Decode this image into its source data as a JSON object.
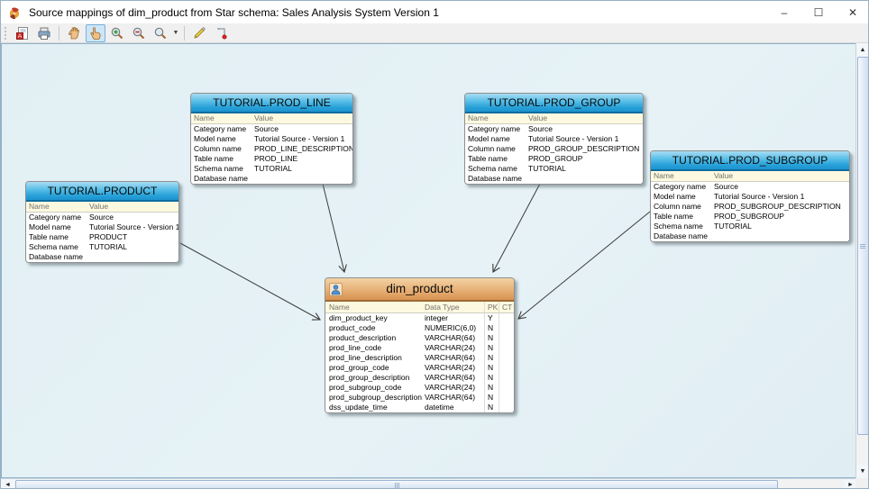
{
  "window": {
    "title": "Source mappings of dim_product from Star schema: Sales Analysis System Version 1",
    "controls": {
      "minimize": "–",
      "maximize": "☐",
      "close": "✕"
    }
  },
  "toolbar": {
    "buttons": [
      {
        "name": "export-report",
        "icon": "report-icon",
        "selected": false
      },
      {
        "name": "print",
        "icon": "printer-icon",
        "selected": false
      },
      {
        "name": "pan",
        "icon": "hand-icon",
        "selected": false
      },
      {
        "name": "select",
        "icon": "pointing-hand-icon",
        "selected": true
      },
      {
        "name": "zoom-in",
        "icon": "zoom-in-icon",
        "selected": false
      },
      {
        "name": "zoom-out",
        "icon": "zoom-out-icon",
        "selected": false
      },
      {
        "name": "zoom-level",
        "icon": "magnifier-icon",
        "has_dropdown": true,
        "selected": false
      },
      {
        "name": "edit",
        "icon": "pencil-icon",
        "selected": false
      },
      {
        "name": "mapping",
        "icon": "mapping-icon",
        "selected": false
      }
    ],
    "dropdown_caret": "▼"
  },
  "source_tables": [
    {
      "title": "TUTORIAL.PRODUCT",
      "header": {
        "name": "Name",
        "value": "Value"
      },
      "rows": [
        {
          "name": "Category name",
          "value": "Source"
        },
        {
          "name": "Model name",
          "value": "Tutorial Source - Version 1"
        },
        {
          "name": "Table name",
          "value": "PRODUCT"
        },
        {
          "name": "Schema name",
          "value": "TUTORIAL"
        },
        {
          "name": "Database name",
          "value": ""
        }
      ]
    },
    {
      "title": "TUTORIAL.PROD_LINE",
      "header": {
        "name": "Name",
        "value": "Value"
      },
      "rows": [
        {
          "name": "Category name",
          "value": "Source"
        },
        {
          "name": "Model name",
          "value": "Tutorial Source - Version 1"
        },
        {
          "name": "Column name",
          "value": "PROD_LINE_DESCRIPTION"
        },
        {
          "name": "Table name",
          "value": "PROD_LINE"
        },
        {
          "name": "Schema name",
          "value": "TUTORIAL"
        },
        {
          "name": "Database name",
          "value": ""
        }
      ]
    },
    {
      "title": "TUTORIAL.PROD_GROUP",
      "header": {
        "name": "Name",
        "value": "Value"
      },
      "rows": [
        {
          "name": "Category name",
          "value": "Source"
        },
        {
          "name": "Model name",
          "value": "Tutorial Source - Version 1"
        },
        {
          "name": "Column name",
          "value": "PROD_GROUP_DESCRIPTION"
        },
        {
          "name": "Table name",
          "value": "PROD_GROUP"
        },
        {
          "name": "Schema name",
          "value": "TUTORIAL"
        },
        {
          "name": "Database name",
          "value": ""
        }
      ]
    },
    {
      "title": "TUTORIAL.PROD_SUBGROUP",
      "header": {
        "name": "Name",
        "value": "Value"
      },
      "rows": [
        {
          "name": "Category name",
          "value": "Source"
        },
        {
          "name": "Model name",
          "value": "Tutorial Source - Version 1"
        },
        {
          "name": "Column name",
          "value": "PROD_SUBGROUP_DESCRIPTION"
        },
        {
          "name": "Table name",
          "value": "PROD_SUBGROUP"
        },
        {
          "name": "Schema name",
          "value": "TUTORIAL"
        },
        {
          "name": "Database name",
          "value": ""
        }
      ]
    }
  ],
  "target_table": {
    "title": "dim_product",
    "columns": [
      "Name",
      "Data Type",
      "PK",
      "CT"
    ],
    "rows": [
      {
        "name": "dim_product_key",
        "type": "integer",
        "pk": "Y",
        "ct": ""
      },
      {
        "name": "product_code",
        "type": "NUMERIC(6,0)",
        "pk": "N",
        "ct": ""
      },
      {
        "name": "product_description",
        "type": "VARCHAR(64)",
        "pk": "N",
        "ct": ""
      },
      {
        "name": "prod_line_code",
        "type": "VARCHAR(24)",
        "pk": "N",
        "ct": ""
      },
      {
        "name": "prod_line_description",
        "type": "VARCHAR(64)",
        "pk": "N",
        "ct": ""
      },
      {
        "name": "prod_group_code",
        "type": "VARCHAR(24)",
        "pk": "N",
        "ct": ""
      },
      {
        "name": "prod_group_description",
        "type": "VARCHAR(64)",
        "pk": "N",
        "ct": ""
      },
      {
        "name": "prod_subgroup_code",
        "type": "VARCHAR(24)",
        "pk": "N",
        "ct": ""
      },
      {
        "name": "prod_subgroup_description",
        "type": "VARCHAR(64)",
        "pk": "N",
        "ct": ""
      },
      {
        "name": "dss_update_time",
        "type": "datetime",
        "pk": "N",
        "ct": ""
      }
    ]
  },
  "connections": [
    {
      "from": "TUTORIAL.PRODUCT",
      "to": "dim_product"
    },
    {
      "from": "TUTORIAL.PROD_LINE",
      "to": "dim_product"
    },
    {
      "from": "TUTORIAL.PROD_GROUP",
      "to": "dim_product"
    },
    {
      "from": "TUTORIAL.PROD_SUBGROUP",
      "to": "dim_product"
    }
  ],
  "colors": {
    "canvas_bg": "#e3f0f5",
    "source_header_blue": "#259fd8",
    "target_header_orange": "#e2a569",
    "header_row_cream": "#fcf9e0",
    "arrow": "#3c3c3c"
  },
  "scrollbar_glyphs": {
    "up": "▲",
    "down": "▼",
    "left": "◄",
    "right": "►"
  }
}
